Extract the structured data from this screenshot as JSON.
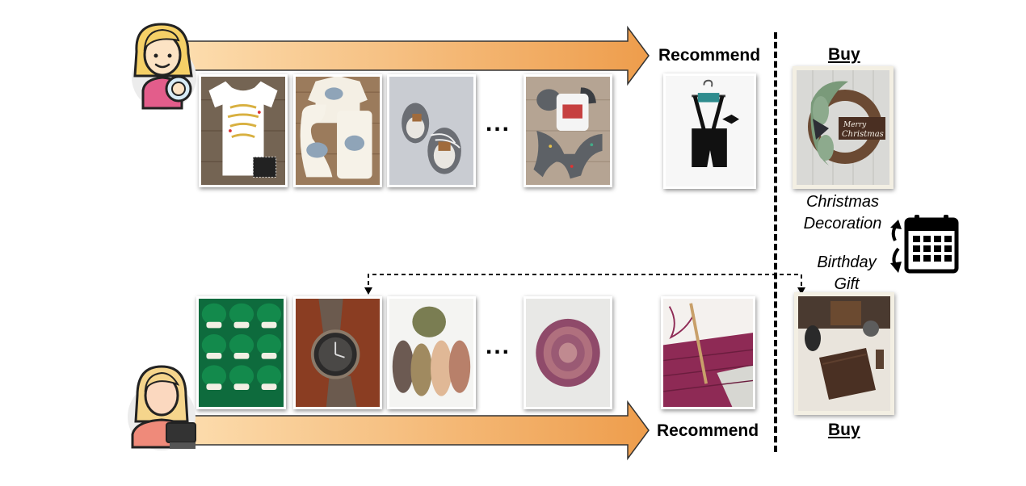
{
  "top_row": {
    "recommend_label": "Recommend",
    "buy_label": "Buy",
    "ellipsis": "...",
    "history_items": [
      {
        "icon": "baby-onesie-image"
      },
      {
        "icon": "baby-bib-set-image"
      },
      {
        "icon": "crochet-baby-shoes-image"
      },
      {
        "icon": "baby-outfit-set-image"
      }
    ],
    "recommended_item": {
      "icon": "baby-suspender-outfit-image"
    },
    "bought_item": {
      "icon": "christmas-wreath-image"
    }
  },
  "bottom_row": {
    "recommend_label": "Recommend",
    "buy_label": "Buy",
    "ellipsis": "...",
    "history_items": [
      {
        "icon": "green-yarn-skeins-image"
      },
      {
        "icon": "wooden-watch-image"
      },
      {
        "icon": "hand-dyed-yarn-image"
      },
      {
        "icon": "yarn-cake-image"
      }
    ],
    "recommended_item": {
      "icon": "crochet-blanket-image"
    },
    "bought_item": {
      "icon": "leather-wallet-image"
    }
  },
  "context": {
    "christmas_line1": "Christmas",
    "christmas_line2": "Decoration",
    "birthday_line1": "Birthday",
    "birthday_line2": "Gift",
    "calendar_icon": "calendar-icon"
  },
  "users": {
    "top_user_icon": "mother-with-baby-icon",
    "bottom_user_icon": "crafter-with-sewing-machine-icon"
  },
  "colors": {
    "arrow_start": "#fde0b3",
    "arrow_end": "#ee9d4c",
    "arrow_border": "#333333"
  }
}
